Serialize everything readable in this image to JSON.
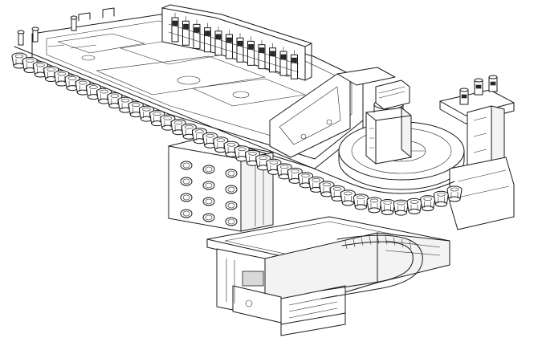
{
  "drawing": {
    "style": "isometric line-art technical drawing",
    "background_color": "#ffffff",
    "line_color": "#1a1a1a",
    "tool_holder_count": 40,
    "parts": [
      "tool-magazine-chain",
      "upper-frame-plate",
      "solenoid-valve-bank",
      "servo-motor",
      "drive-sprocket",
      "support-column",
      "lower-slide-carriage",
      "cable-carrier",
      "tool-changer-arm"
    ]
  }
}
